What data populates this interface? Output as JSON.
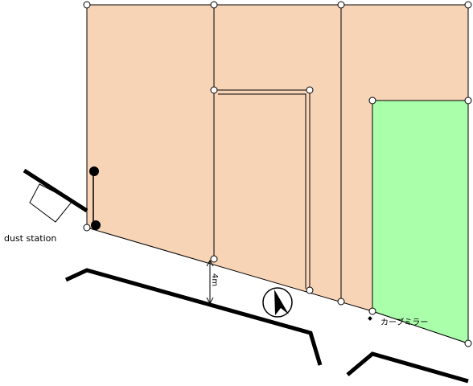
{
  "labels": {
    "dust_station": "dust station",
    "width": "4m",
    "mirror": "カーブミラー"
  },
  "colors": {
    "lot": "#f8d4b6",
    "garden": "#aaffaa",
    "line": "#000000",
    "road": "#000000",
    "background": "#ffffff"
  },
  "icons": {
    "compass": "north-arrow-icon",
    "mirror": "diamond-marker-icon"
  }
}
